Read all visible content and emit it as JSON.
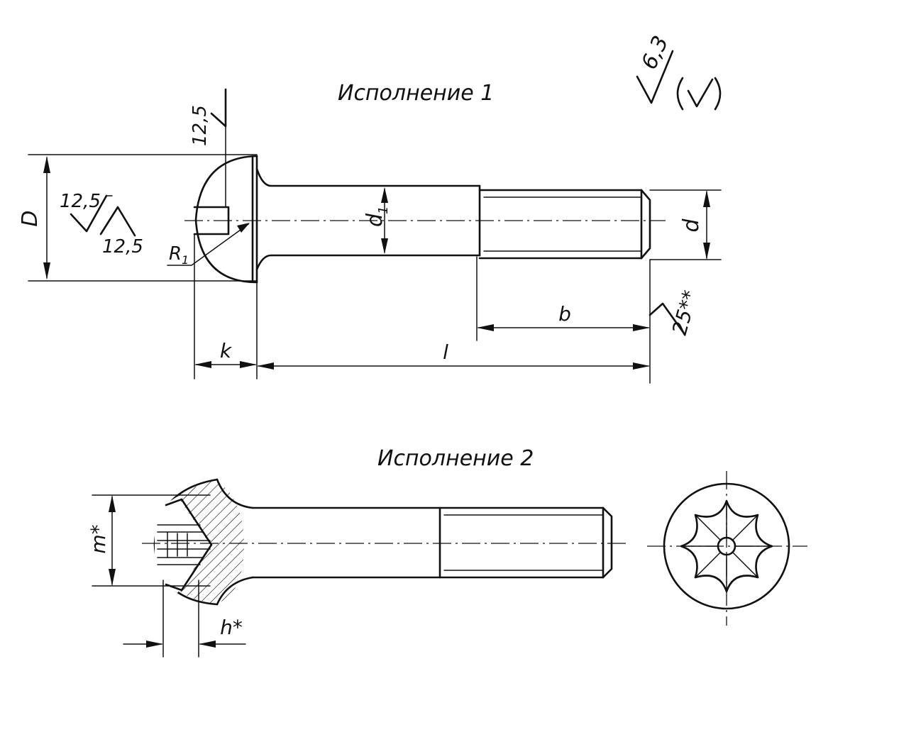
{
  "variant1": {
    "title": "Исполнение 1",
    "roughness_general": "6,3",
    "roughness_head_top": "12,5",
    "roughness_slot_left": "12,5",
    "roughness_slot_bottom": "12,5",
    "roughness_thread_end": "25**",
    "dim_D": "D",
    "dim_d1": "d",
    "dim_d1_sub": "1",
    "dim_R1": "R",
    "dim_R1_sub": "1",
    "dim_d": "d",
    "dim_b": "b",
    "dim_k": "k",
    "dim_l": "l"
  },
  "variant2": {
    "title": "Исполнение 2",
    "dim_m": "m*",
    "dim_h": "h*"
  }
}
